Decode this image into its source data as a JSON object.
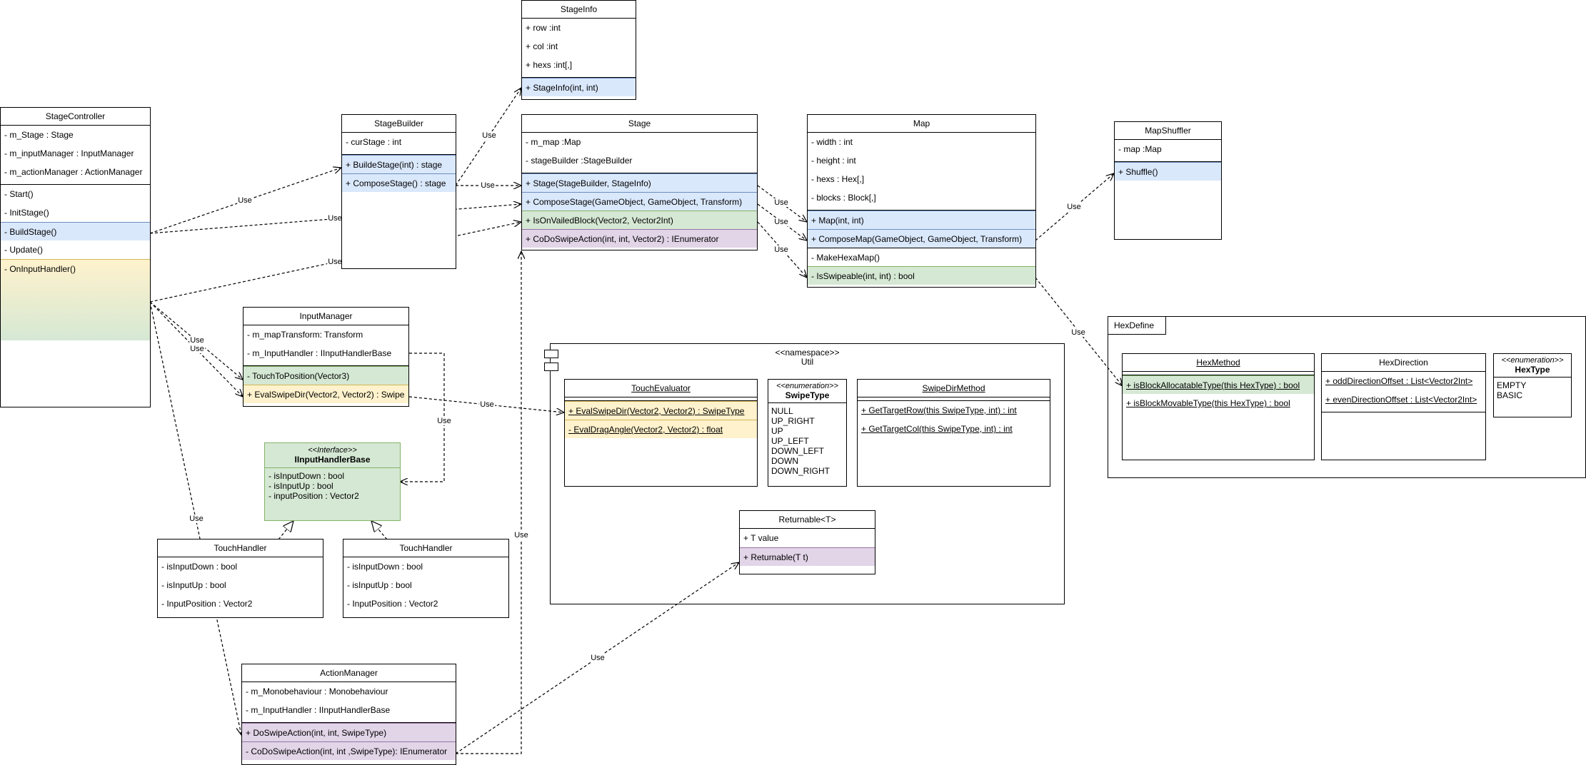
{
  "diagram": {
    "classes": {
      "stageInfo": {
        "name": "StageInfo",
        "attrs": [
          "+ row :int",
          "+ col :int",
          "+ hexs :int[,]"
        ],
        "ops": [
          "+ StageInfo(int, int)"
        ]
      },
      "stageController": {
        "name": "StageController",
        "attrs": [
          "- m_Stage : Stage",
          "- m_inputManager : InputManager",
          "- m_actionManager : ActionManager"
        ],
        "ops": [
          "- Start()",
          "- InitStage()",
          "- BuildStage()",
          "- Update()",
          "- OnInputHandler()"
        ]
      },
      "stageBuilder": {
        "name": "StageBuilder",
        "attrs": [
          "- curStage : int"
        ],
        "ops": [
          "+ BuildeStage(int) : stage",
          "+ ComposeStage() : stage"
        ]
      },
      "stage": {
        "name": "Stage",
        "attrs": [
          "- m_map :Map",
          "- stageBuilder :StageBuilder"
        ],
        "ops": [
          "+ Stage(StageBuilder, StageInfo)",
          "+ ComposeStage(GameObject, GameObject, Transform)",
          "+ IsOnVailedBlock(Vector2, Vector2Int)",
          "+ CoDoSwipeAction(int, int, Vector2) : IEnumerator"
        ]
      },
      "map": {
        "name": "Map",
        "attrs": [
          "- width : int",
          "- height : int",
          "- hexs : Hex[,]",
          "- blocks : Block[,]"
        ],
        "ops": [
          "+ Map(int, int)",
          "+ ComposeMap(GameObject, GameObject, Transform)",
          "- MakeHexaMap()",
          "- IsSwipeable(int, int) : bool"
        ]
      },
      "mapShuffler": {
        "name": "MapShuffler",
        "attrs": [
          "- map :Map"
        ],
        "ops": [
          "+ Shuffle()"
        ]
      },
      "inputManager": {
        "name": "InputManager",
        "attrs": [
          "- m_mapTransform: Transform",
          "- m_InputHandler : IInputHandlerBase"
        ],
        "ops": [
          "- TouchToPosition(Vector3)",
          "+ EvalSwipeDir(Vector2, Vector2) : Swipe"
        ]
      },
      "iInputHandlerBase": {
        "stereotype": "<<Interface>>",
        "name": "IInputHandlerBase",
        "attrs": [
          "- isInputDown : bool",
          "- isInputUp : bool",
          "- inputPosition : Vector2"
        ]
      },
      "touchHandler1": {
        "name": "TouchHandler",
        "attrs": [
          "- isInputDown : bool",
          "- isInputUp : bool",
          "- InputPosition : Vector2"
        ]
      },
      "touchHandler2": {
        "name": "TouchHandler",
        "attrs": [
          "- isInputDown : bool",
          "- isInputUp : bool",
          "- InputPosition : Vector2"
        ]
      },
      "actionManager": {
        "name": "ActionManager",
        "attrs": [
          "- m_Monobehaviour : Monobehaviour",
          "- m_InputHandler : IInputHandlerBase"
        ],
        "ops": [
          "+ DoSwipeAction(int, int, SwipeType)",
          "- CoDoSwipeAction(int, int ,SwipeType): IEnumerator"
        ]
      },
      "touchEvaluator": {
        "name": "TouchEvaluator",
        "ops": [
          "+ EvalSwipeDir(Vector2, Vector2) : SwipeType",
          "- EvalDragAngle(Vector2, Vector2) : float"
        ]
      },
      "swipeType": {
        "stereotype": "<<enumeration>>",
        "name": "SwipeType",
        "values": "NULL\nUP_RIGHT\nUP\nUP_LEFT\nDOWN_LEFT\nDOWN\nDOWN_RIGHT"
      },
      "swipeDirMethod": {
        "name": "SwipeDirMethod",
        "ops": [
          "+ GetTargetRow(this SwipeType, int) : int",
          "+ GetTargetCol(this SwipeType, int) : int"
        ]
      },
      "returnable": {
        "name": "Returnable<T>",
        "attrs": [
          "+ T value"
        ],
        "ops": [
          "+ Returnable(T t)"
        ]
      },
      "hexMethod": {
        "name": "HexMethod",
        "ops": [
          "+ isBlockAllocatableType(this HexType) : bool",
          "+ isBlockMovableType(this HexType) : bool"
        ]
      },
      "hexDirection": {
        "name": "HexDirection",
        "attrs": [
          "+ oddDirectionOffset : List<Vector2Int>",
          "+ evenDirectionOffset : List<Vector2Int>"
        ]
      },
      "hexType": {
        "stereotype": "<<enumeration>>",
        "name": "HexType",
        "values": "EMPTY\nBASIC"
      }
    },
    "packages": {
      "util": {
        "stereotype": "<<namespace>>",
        "name": "Util"
      },
      "hexDefine": {
        "name": "HexDefine"
      }
    },
    "edge_label": "Use",
    "colors": {
      "blue_fill": "#dae8fc",
      "green_fill": "#d5e8d4",
      "purple_fill": "#e1d5e7",
      "yellow_fill": "#fff2cc"
    }
  }
}
